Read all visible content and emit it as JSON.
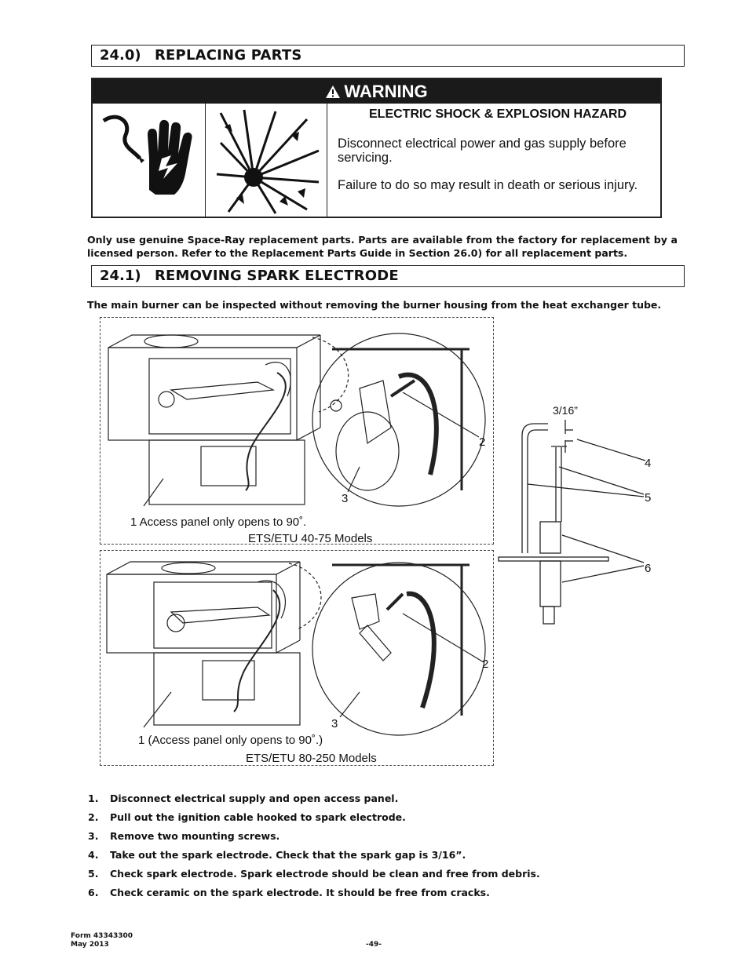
{
  "section1": {
    "number": "24.0)",
    "title": "REPLACING PARTS"
  },
  "warning": {
    "header": "WARNING",
    "hazard": "ELECTRIC SHOCK & EXPLOSION HAZARD",
    "line1": "Disconnect electrical power and gas supply before servicing.",
    "line2": "Failure to do so may result in death or serious injury."
  },
  "intro": "Only use genuine Space-Ray replacement parts. Parts are available from the factory for replacement by a licensed person. Refer to the Replacement Parts Guide in Section 26.0) for all replacement parts.",
  "section2": {
    "number": "24.1)",
    "title": "REMOVING SPARK ELECTRODE"
  },
  "section2_intro": "The main burner can be inspected without removing the burner housing from the heat exchanger tube.",
  "figure_top": {
    "callout1": "1   Access panel only opens to 90˚.",
    "caption": "ETS/ETU 40-75 Models",
    "callout2": "2",
    "callout3": "3"
  },
  "figure_bottom": {
    "callout1": "1 (Access panel only opens to 90˚.)",
    "caption": "ETS/ETU 80-250 Models",
    "callout2": "2",
    "callout3": "3"
  },
  "electrode": {
    "gap": "3/16”",
    "callout4": "4",
    "callout5": "5",
    "callout6": "6"
  },
  "steps": [
    {
      "num": "1.",
      "text": "Disconnect electrical supply and open access panel."
    },
    {
      "num": "2.",
      "text": "Pull out the ignition cable hooked to spark electrode."
    },
    {
      "num": "3.",
      "text": "Remove two mounting screws."
    },
    {
      "num": "4.",
      "text": "Take out the spark electrode. Check that the spark gap is 3/16”."
    },
    {
      "num": "5.",
      "text": "Check spark electrode. Spark electrode should be clean and free from debris."
    },
    {
      "num": "6.",
      "text": "Check ceramic on the spark electrode. It should be free from cracks."
    }
  ],
  "footer": {
    "form": "Form 43343300",
    "date": "May 2013",
    "page": "-49-"
  }
}
